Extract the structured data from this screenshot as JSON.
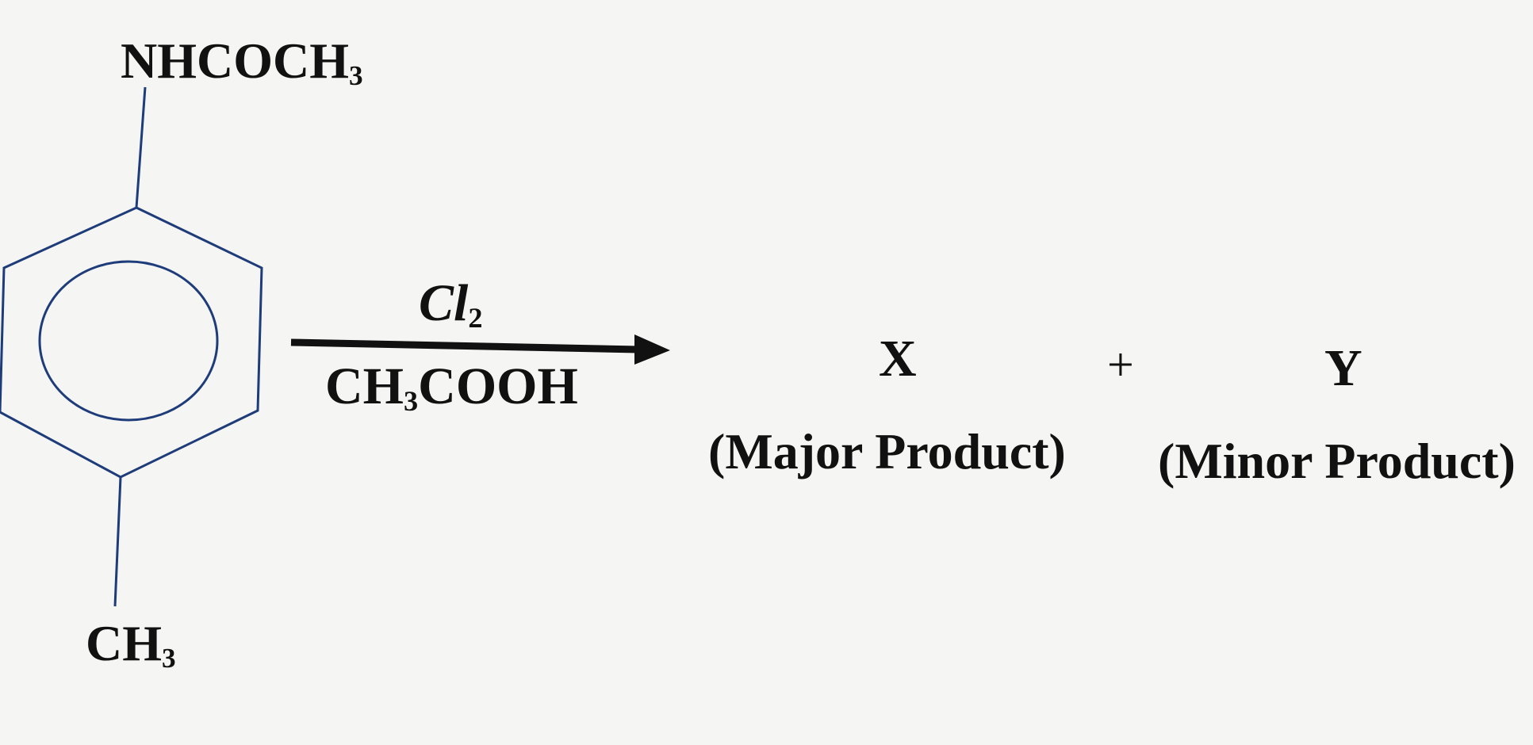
{
  "molecule": {
    "top_substituent": {
      "main": "NHCOCH",
      "sub": "3"
    },
    "bottom_substituent": {
      "main": "CH",
      "sub": "3"
    }
  },
  "reaction": {
    "reagent": {
      "main": "Cl",
      "sub": "2"
    },
    "solvent": {
      "pre": "CH",
      "sub": "3",
      "post": "COOH"
    }
  },
  "products": {
    "x": {
      "symbol": "X",
      "label": "(Major Product)"
    },
    "plus": "+",
    "y": {
      "symbol": "Y",
      "label": "(Minor Product)"
    }
  }
}
